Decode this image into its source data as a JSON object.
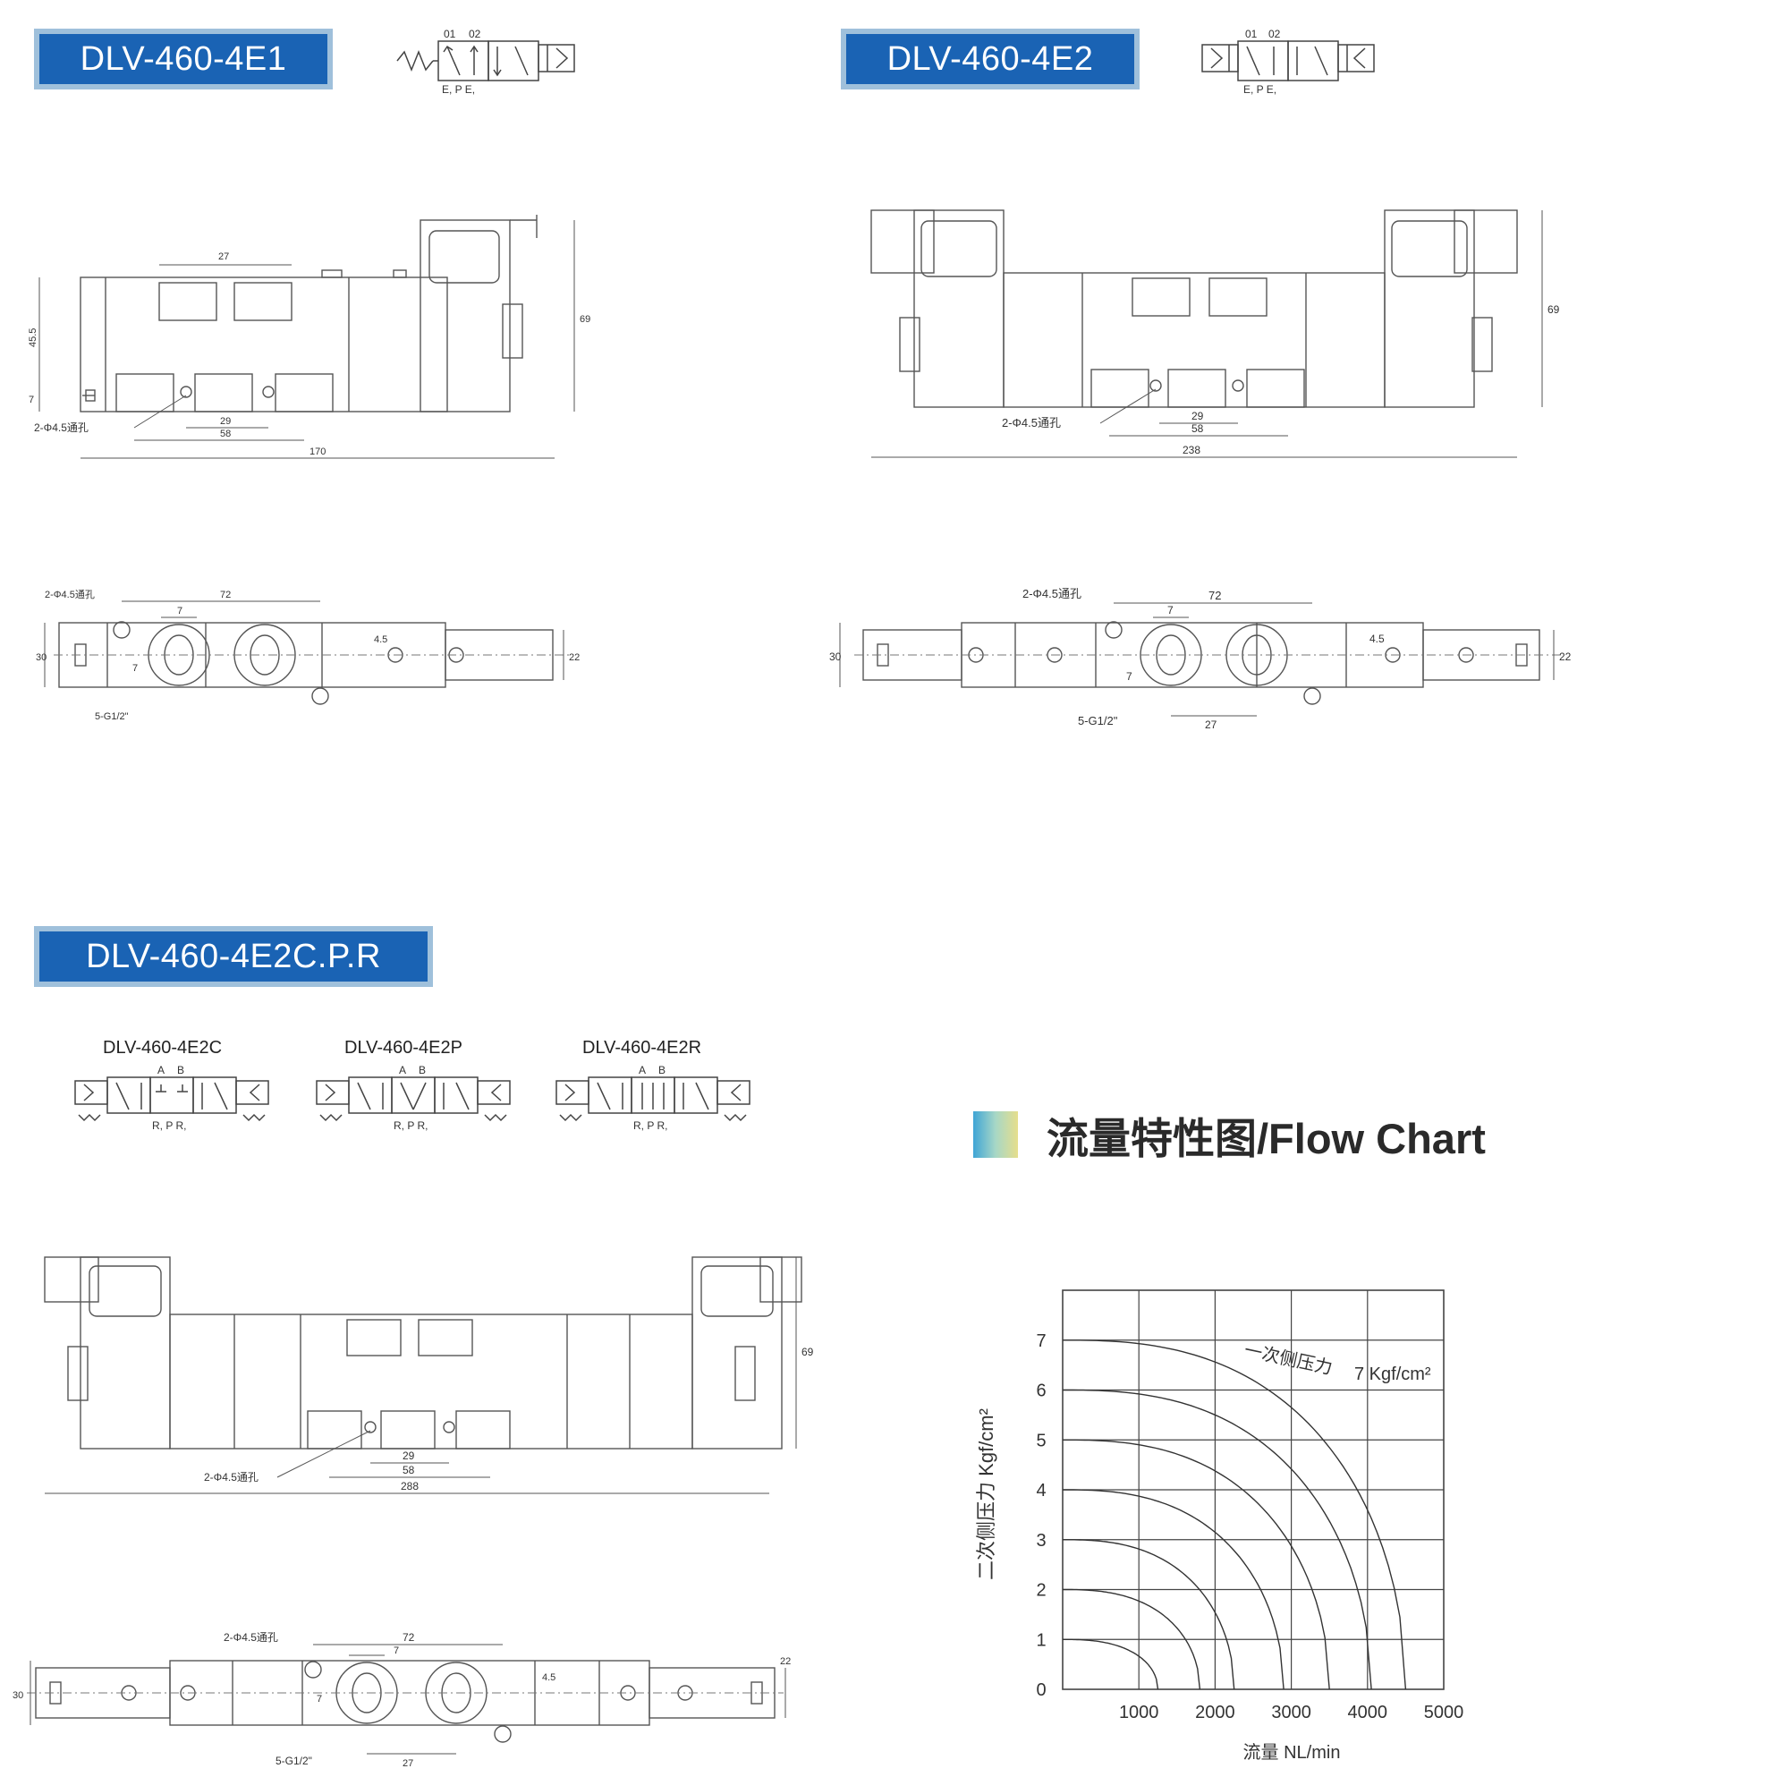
{
  "sections": {
    "e1": {
      "title": "DLV-460-4E1"
    },
    "e2": {
      "title": "DLV-460-4E2"
    },
    "e2cpr": {
      "title": "DLV-460-4E2C.P.R",
      "variants": [
        "DLV-460-4E2C",
        "DLV-460-4E2P",
        "DLV-460-4E2R"
      ]
    }
  },
  "symbols": {
    "ports_top_e": [
      "01",
      "02"
    ],
    "ports_bottom_e": "E, P E,",
    "ports_top_ab": [
      "A",
      "B"
    ],
    "ports_bottom_r": "R, P R,"
  },
  "dims": {
    "e1": {
      "d27": "27",
      "d455": "45.5",
      "d7": "7",
      "d69": "69",
      "d29": "29",
      "d58": "58",
      "d170": "170",
      "hole": "2-Φ4.5通孔",
      "b_hole": "2-Φ4.5通孔",
      "b72": "72",
      "b7": "7",
      "b30": "30",
      "b7v": "7",
      "b45": "4.5",
      "b22": "22",
      "b_port": "5-G1/2\""
    },
    "e2": {
      "hole": "2-Φ4.5通孔",
      "d29": "29",
      "d58": "58",
      "d238": "238",
      "d69": "69",
      "b_hole": "2-Φ4.5通孔",
      "b72": "72",
      "b7": "7",
      "b30": "30",
      "b7v": "7",
      "b45": "4.5",
      "b22": "22",
      "b_port": "5-G1/2\"",
      "b27": "27"
    },
    "e3": {
      "hole": "2-Φ4.5通孔",
      "d29": "29",
      "d58": "58",
      "d288": "288",
      "d69": "69",
      "b_hole": "2-Φ4.5通孔",
      "b72": "72",
      "b7": "7",
      "b30": "30",
      "b7v": "7",
      "b45": "4.5",
      "b22": "22",
      "b_port": "5-G1/2\"",
      "b27": "27"
    }
  },
  "flow_title": "流量特性图/Flow Chart",
  "chart_data": {
    "type": "line",
    "title": "",
    "xlabel": "流量 NL/min",
    "ylabel": "二次侧压力 Kgf/cm²",
    "xlim": [
      0,
      5000
    ],
    "ylim": [
      0,
      8
    ],
    "x_ticks": [
      "1000",
      "2000",
      "3000",
      "4000",
      "5000"
    ],
    "y_ticks": [
      "0",
      "1",
      "2",
      "3",
      "4",
      "5",
      "6",
      "7"
    ],
    "grid": true,
    "annotations": [
      "一次侧压力",
      "7 Kgf/cm²"
    ],
    "series": [
      {
        "y0": 1,
        "x_zero": 1250
      },
      {
        "y0": 2,
        "x_zero": 1800
      },
      {
        "y0": 3,
        "x_zero": 2250
      },
      {
        "y0": 4,
        "x_zero": 2900
      },
      {
        "y0": 5,
        "x_zero": 3500
      },
      {
        "y0": 6,
        "x_zero": 4050
      },
      {
        "y0": 7,
        "x_zero": 4500
      }
    ]
  }
}
